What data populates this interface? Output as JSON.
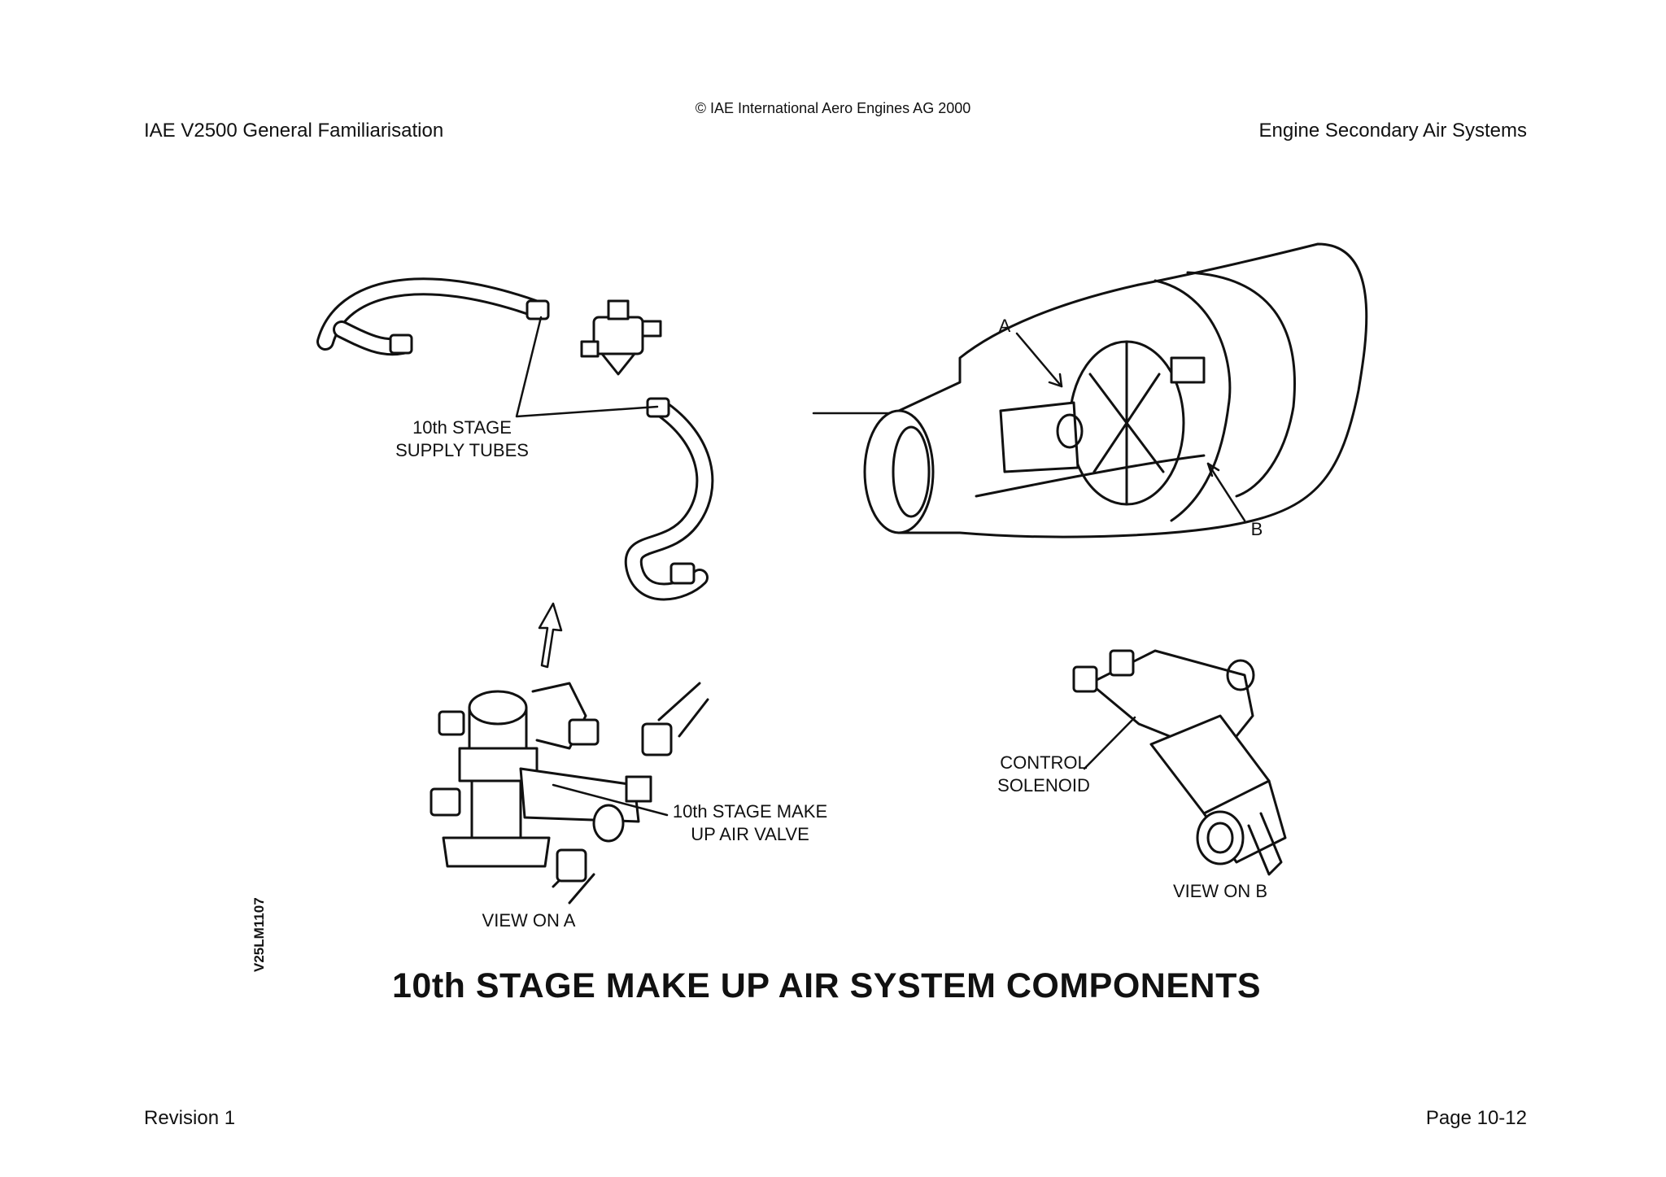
{
  "header": {
    "copyright": "© IAE International Aero Engines AG 2000",
    "left": "IAE V2500 General Familiarisation",
    "right": "Engine Secondary Air Systems"
  },
  "figure": {
    "title": "10th STAGE MAKE UP AIR SYSTEM COMPONENTS",
    "code": "V25LM1107",
    "labels": {
      "supply_tubes_line1": "10th STAGE",
      "supply_tubes_line2": "SUPPLY TUBES",
      "point_a": "A",
      "point_b": "B",
      "valve_line1": "10th STAGE MAKE",
      "valve_line2": "UP AIR VALVE",
      "view_on_a": "VIEW ON A",
      "solenoid_line1": "CONTROL",
      "solenoid_line2": "SOLENOID",
      "view_on_b": "VIEW ON B"
    }
  },
  "footer": {
    "revision": "Revision 1",
    "page": "Page 10-12"
  }
}
